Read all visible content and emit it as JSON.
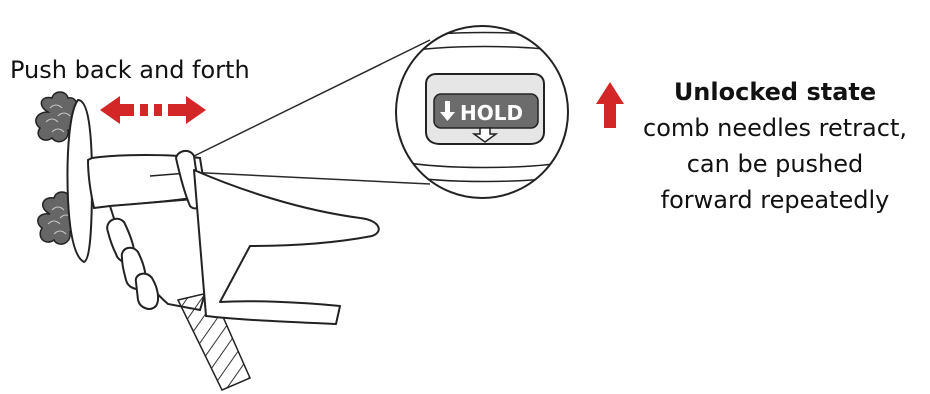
{
  "instruction": "Push back and forth",
  "state": {
    "title": "Unlocked state",
    "lines": [
      "comb needles retract,",
      "can be pushed",
      "forward repeatedly"
    ]
  },
  "button": {
    "label": "HOLD"
  },
  "colors": {
    "arrow_red": "#d32626",
    "line": "#2a2a2a",
    "button_fill": "#6c6c6c",
    "button_text": "#ffffff"
  }
}
